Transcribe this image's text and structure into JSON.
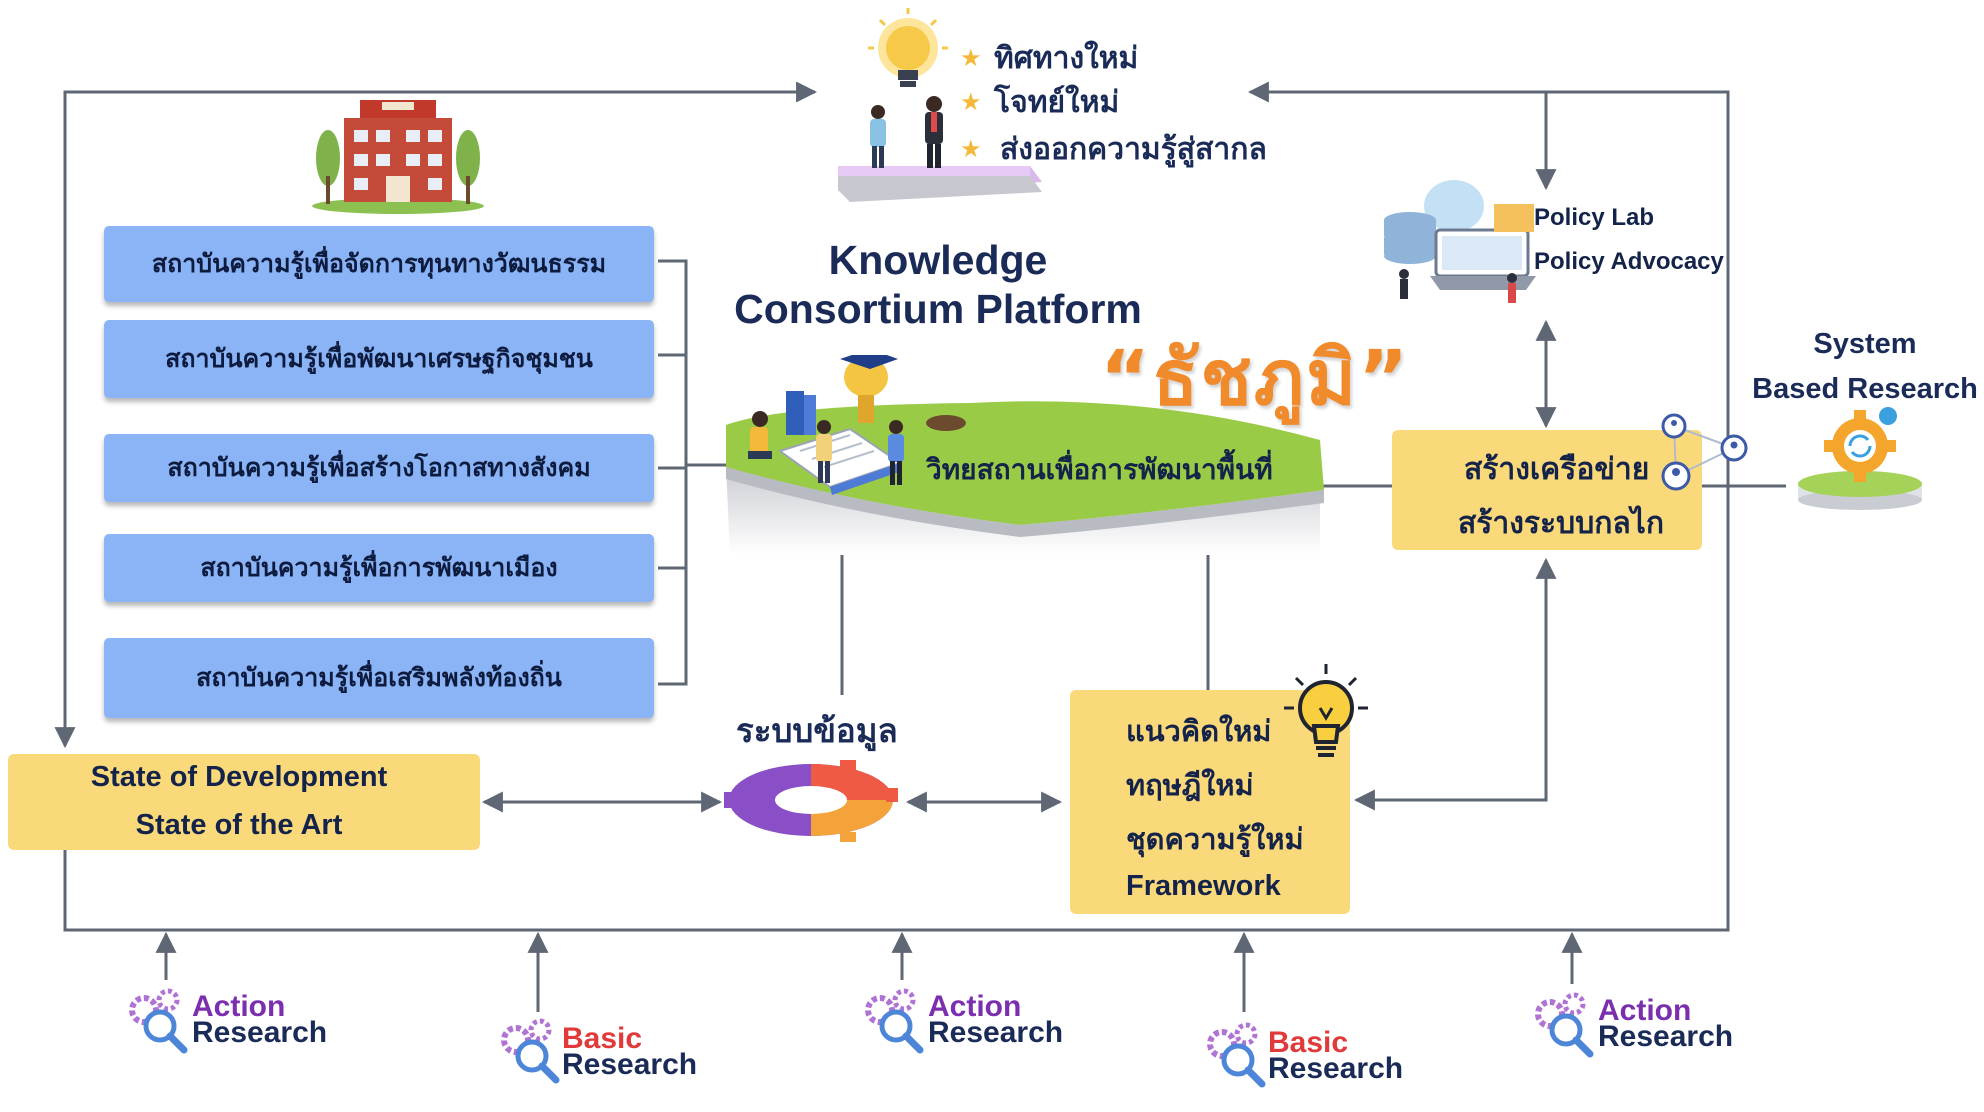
{
  "top_items": [
    {
      "label": "ทิศทางใหม่"
    },
    {
      "label": "โจทย์ใหม่"
    },
    {
      "label": "ส่งออกความรู้สู่สากล"
    }
  ],
  "institutes": [
    {
      "label": "สถาบันความรู้เพื่อจัดการทุนทางวัฒนธรรม"
    },
    {
      "label": "สถาบันความรู้เพื่อพัฒนาเศรษฐกิจชุมชน"
    },
    {
      "label": "สถาบันความรู้เพื่อสร้างโอกาสทางสังคม"
    },
    {
      "label": "สถาบันความรู้เพื่อการพัฒนาเมือง"
    },
    {
      "label": "สถาบันความรู้เพื่อเสริมพลังท้องถิ่น"
    }
  ],
  "platform": {
    "title_line1": "Knowledge",
    "title_line2": "Consortium Platform",
    "name": "“ธัชภูมิ”",
    "island_label": "วิทยสถานเพื่อการพัฒนาพื้นที่"
  },
  "policy": {
    "line1": "Policy Lab",
    "line2": "Policy Advocacy"
  },
  "system_research": {
    "line1": "System",
    "line2": "Based Research"
  },
  "network_box": {
    "line1": "สร้างเครือข่าย",
    "line2": "สร้างระบบกลไก"
  },
  "state_box": {
    "line1": "State of Development",
    "line2": "State of the Art"
  },
  "data_system": {
    "label": "ระบบข้อมูล"
  },
  "new_ideas": {
    "line1": "แนวคิดใหม่",
    "line2": "ทฤษฎีใหม่",
    "line3": "ชุดความรู้ใหม่",
    "line4": "Framework"
  },
  "research_items": [
    {
      "first": "Action",
      "second": "Research",
      "kind": "action"
    },
    {
      "first": "Basic",
      "second": "Research",
      "kind": "basic"
    },
    {
      "first": "Action",
      "second": "Research",
      "kind": "action"
    },
    {
      "first": "Basic",
      "second": "Research",
      "kind": "basic"
    },
    {
      "first": "Action",
      "second": "Research",
      "kind": "action"
    }
  ],
  "colors": {
    "line": "#5f6775",
    "institute_box": "#8ab4f5",
    "yellow_box": "#fad97a",
    "dark_blue_text": "#1b2b58",
    "orange_title": "#f08a2a",
    "action_purple": "#7b2fae",
    "basic_red": "#e03a3a",
    "grass_green": "#9acb46"
  },
  "icons": [
    "lightbulb-icon",
    "star-icon",
    "building-icon",
    "server-icon",
    "gear-icon",
    "magnifier-icon",
    "people-icon",
    "book-icon"
  ]
}
